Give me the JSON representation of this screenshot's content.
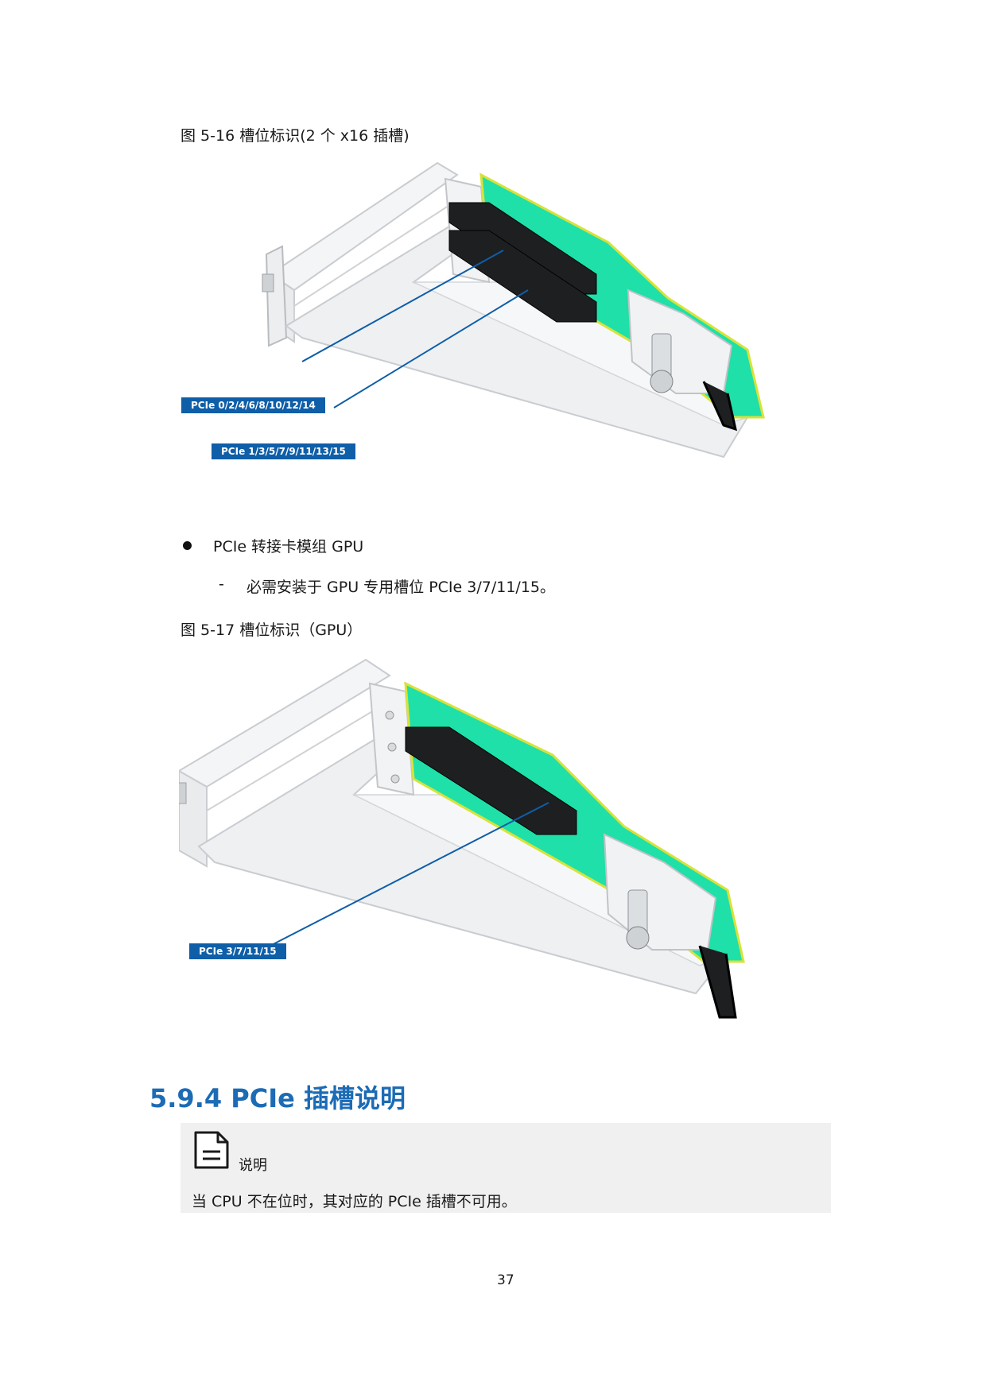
{
  "figure1": {
    "caption": "图 5-16  槽位标识(2 个 x16 插槽)",
    "label_top": "PCIe 0/2/4/6/8/10/12/14",
    "label_bottom": "PCIe 1/3/5/7/9/11/13/15"
  },
  "bullet": {
    "text": "PCIe 转接卡模组 GPU",
    "subitem": "必需安装于 GPU 专用槽位 PCIe 3/7/11/15。"
  },
  "figure2": {
    "caption": "图 5-17  槽位标识（GPU）",
    "label": "PCIe 3/7/11/15"
  },
  "section": {
    "title": "5.9.4 PCIe 插槽说明"
  },
  "note": {
    "heading": "说明",
    "text": "当 CPU 不在位时，其对应的 PCIe 插槽不可用。"
  },
  "page_number": "37",
  "colors": {
    "accent_blue": "#1c6bb5",
    "label_blue": "#0f5ea8",
    "pcb_green": "#1fe0a8",
    "note_bg": "#f0f0f0"
  }
}
